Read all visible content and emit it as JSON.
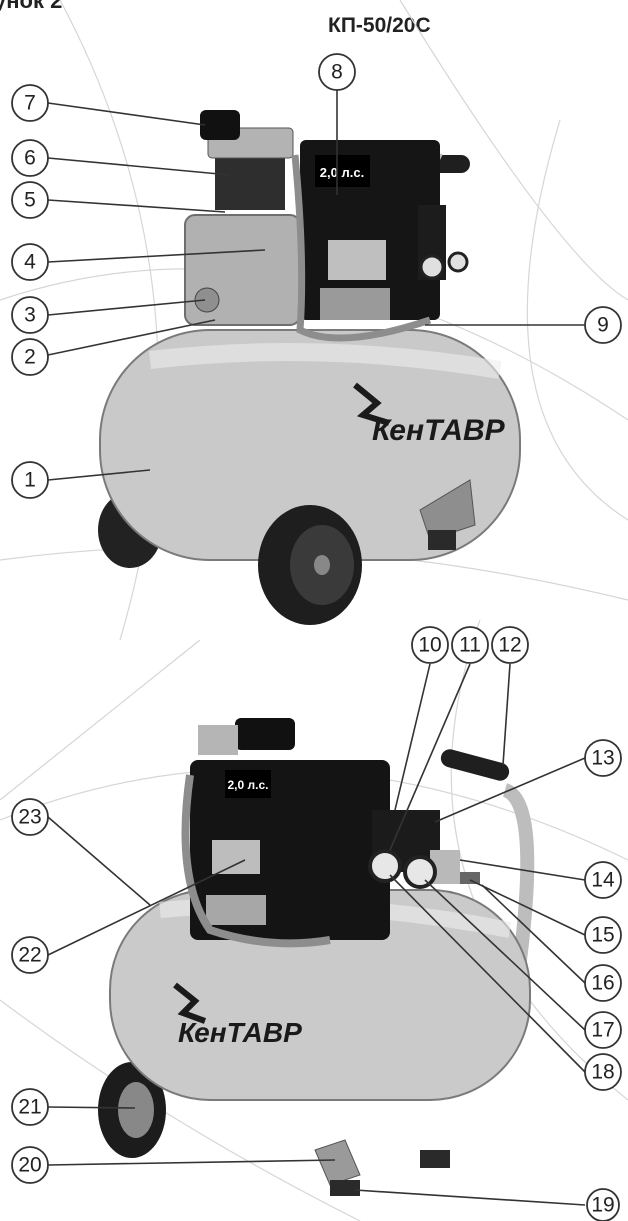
{
  "figure": {
    "label": "унок 2",
    "model": "КП-50/20С"
  },
  "brand": "КенТАВР",
  "power_badge": "2,0 л.с.",
  "callouts_top": [
    "7",
    "8",
    "6",
    "5",
    "4",
    "3",
    "2",
    "9",
    "1"
  ],
  "callouts_bottom": [
    "10",
    "11",
    "12",
    "13",
    "23",
    "14",
    "15",
    "22",
    "16",
    "17",
    "18",
    "21",
    "20",
    "19"
  ]
}
